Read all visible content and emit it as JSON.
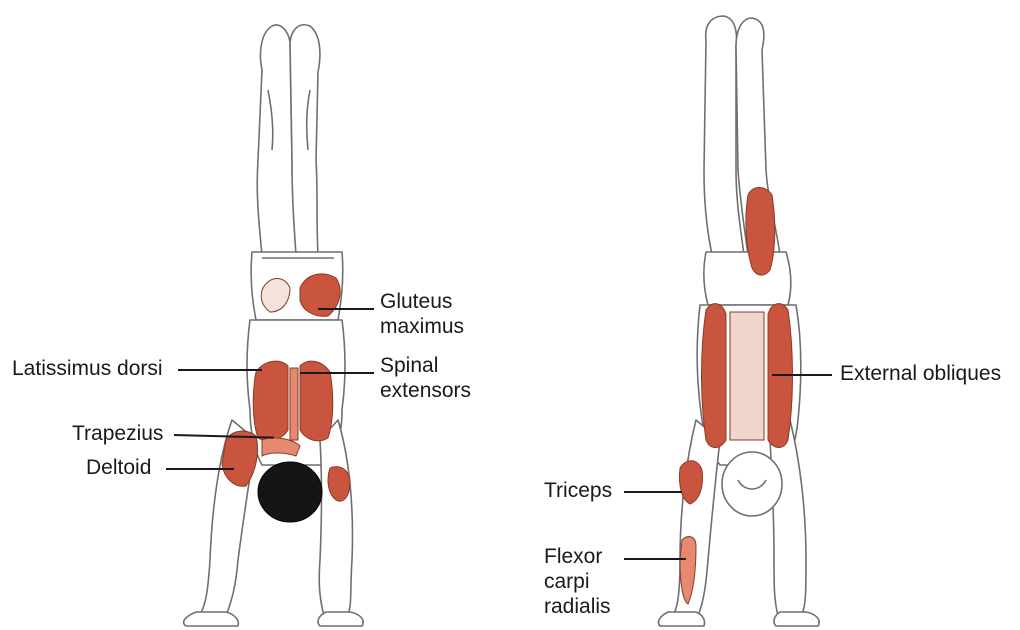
{
  "figures": [
    {
      "view": "back",
      "labels": [
        {
          "id": "gluteus-maximus",
          "lines": [
            "Gluteus",
            "maximus"
          ]
        },
        {
          "id": "spinal-extensors",
          "lines": [
            "Spinal",
            "extensors"
          ]
        },
        {
          "id": "latissimus-dorsi",
          "lines": [
            "Latissimus dorsi"
          ]
        },
        {
          "id": "trapezius",
          "lines": [
            "Trapezius"
          ]
        },
        {
          "id": "deltoid",
          "lines": [
            "Deltoid"
          ]
        }
      ]
    },
    {
      "view": "front",
      "labels": [
        {
          "id": "external-obliques",
          "lines": [
            "External obliques"
          ]
        },
        {
          "id": "triceps",
          "lines": [
            "Triceps"
          ]
        },
        {
          "id": "flexor-carpi-radialis",
          "lines": [
            "Flexor",
            "carpi",
            "radialis"
          ]
        }
      ]
    }
  ],
  "colors": {
    "muscle": "#c9553e",
    "muscle_light": "#e58a70",
    "outline": "#6f6f6f",
    "skin": "#ffffff",
    "hair": "#151515",
    "leader": "#1a1a1a"
  }
}
